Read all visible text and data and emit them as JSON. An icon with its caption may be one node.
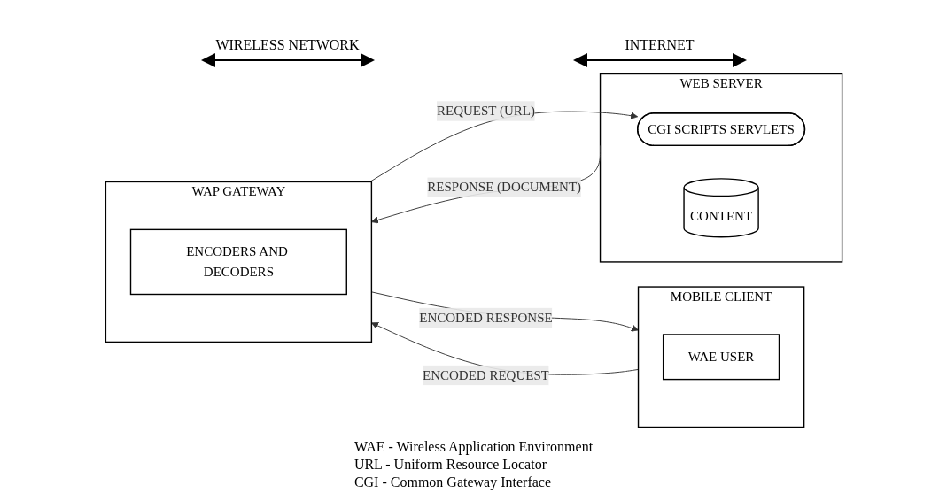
{
  "diagram": {
    "nodes": [
      {
        "text": [
          "MOBILE CLIENT"
        ]
      },
      {
        "text": [
          "WAE USER"
        ],
        "in": 0
      },
      {
        "text": [
          "WAP GATEWAY"
        ]
      },
      {
        "text": [
          "ENCODERS AND DECODERS"
        ],
        "in": 2
      },
      {
        "text": [
          "WEB SERVER"
        ]
      },
      {
        "text": [
          "CGI SCRIPTS SERVLETS"
        ],
        "in": 4
      },
      {
        "text": [
          "CONTENT"
        ],
        "in": 4
      }
    ],
    "edges": [
      {
        "from": 0,
        "to": 2,
        "arrow": "to",
        "label": "ENCODED REQUEST"
      },
      {
        "from": 2,
        "to": 5,
        "arrow": "to",
        "label": "REQUEST (URL)"
      },
      {
        "from": 4,
        "to": 2,
        "arrow": "to",
        "label": "RESPONSE (DOCUMENT)"
      },
      {
        "from": 2,
        "to": 0,
        "arrow": "to",
        "label": "ENCODED RESPONSE"
      }
    ],
    "labels": [
      "WIRELESS NETWORK",
      "INTERNET",
      "WAE - Wireless Application Environment",
      "URL - Uniform Resource Locator",
      "CGI - Common Gateway Interface"
    ]
  }
}
